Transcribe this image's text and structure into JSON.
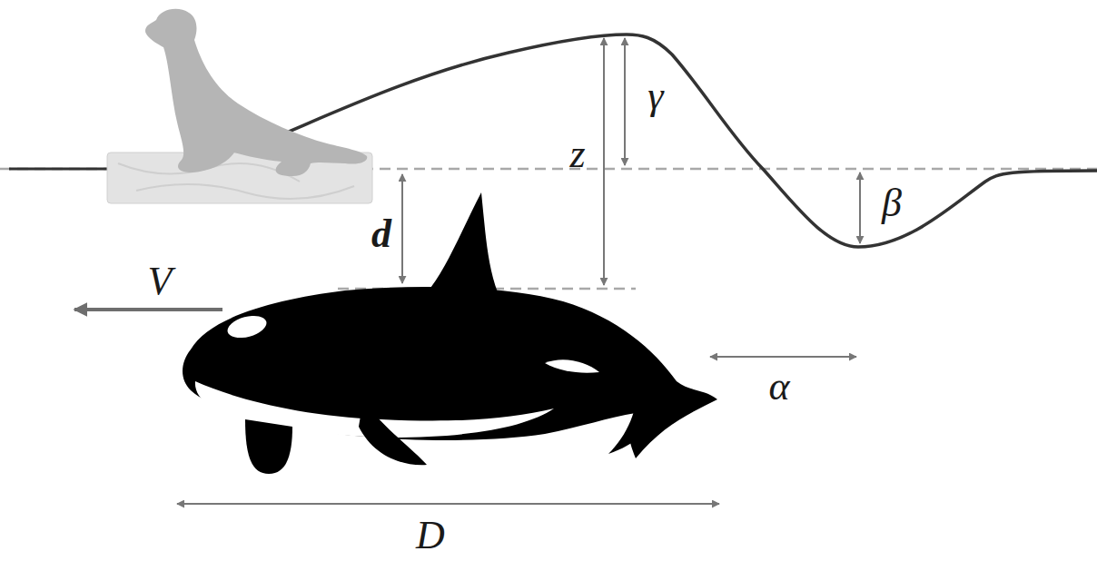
{
  "diagram": {
    "labels": [
      "γ",
      "z",
      "β",
      "d",
      "V",
      "α",
      "D"
    ]
  }
}
